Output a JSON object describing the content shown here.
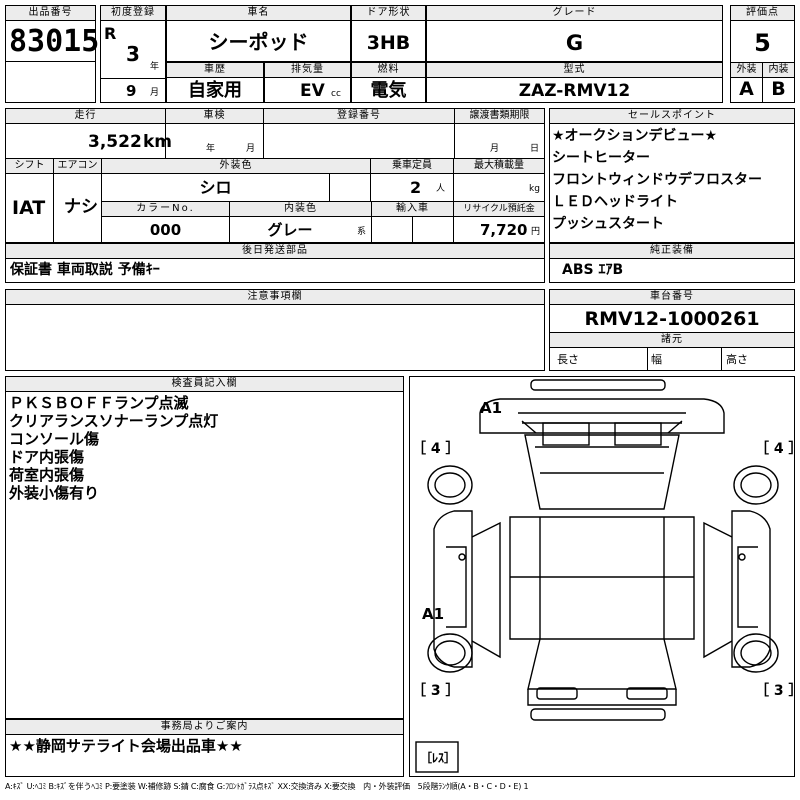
{
  "header": {
    "lot_label": "出品番号",
    "lot": "83015",
    "first_reg_label": "初度登録",
    "era": "R",
    "year": "3",
    "year_unit": "年",
    "month": "9",
    "month_unit": "月",
    "car_name_label": "車名",
    "car_name": "シーポッド",
    "door_label": "ドア形状",
    "door": "3HB",
    "grade_label": "グレード",
    "grade": "G",
    "score_label": "評価点",
    "score": "5",
    "history_label": "車歴",
    "history": "自家用",
    "displacement_label": "排気量",
    "displacement": "EV",
    "displacement_unit": "cc",
    "fuel_label": "燃料",
    "fuel": "電気",
    "model_label": "型式",
    "model": "ZAZ-RMV12",
    "ext_label": "外装",
    "ext": "A",
    "int_label": "内装",
    "int": "B"
  },
  "row2": {
    "mileage_label": "走行",
    "mileage": "3,522",
    "mileage_unit": "km",
    "inspection_label": "車検",
    "insp_year_unit": "年",
    "insp_month_unit": "月",
    "reg_no_label": "登録番号",
    "transfer_label": "譲渡書類期限",
    "transfer_month_unit": "月",
    "transfer_day_unit": "日",
    "shift_label": "シフト",
    "shift": "IAT",
    "aircon_label": "エアコン",
    "aircon": "ナシ",
    "ext_color_label": "外装色",
    "ext_color": "シロ",
    "capacity_label": "乗車定員",
    "capacity": "2",
    "capacity_unit": "人",
    "load_label": "最大積載量",
    "load_unit": "kg",
    "color_no_label": "カラーNo.",
    "color_no": "000",
    "int_color_label": "内装色",
    "int_color": "グレー",
    "int_color_unit": "系",
    "import_label": "輸入車",
    "recycle_label": "リサイクル預託金",
    "recycle": "7,720",
    "recycle_unit": "円"
  },
  "sales_points": {
    "label": "セールスポイント",
    "items": [
      "★オークションデビュー★",
      "シートヒーター",
      "フロントウィンドウデフロスター",
      "ＬＥＤヘッドライト",
      "プッシュスタート"
    ]
  },
  "later_parts": {
    "label": "後日発送部品",
    "value": "保証書 車両取説 予備ｷｰ"
  },
  "equipment": {
    "label": "純正装備",
    "value": "ABS ｴｱB"
  },
  "notes": {
    "label": "注意事項欄"
  },
  "chassis": {
    "label": "車台番号",
    "value": "RMV12-1000261"
  },
  "dimensions": {
    "label": "諸元",
    "length": "長さ",
    "width": "幅",
    "height": "高さ"
  },
  "inspector": {
    "label": "検査員記入欄",
    "lines": [
      "ＰＫＳＢＯＦＦランプ点滅",
      "クリアランスソナーランプ点灯",
      "コンソール傷",
      "ドア内張傷",
      "荷室内張傷",
      "外装小傷有り"
    ]
  },
  "office": {
    "label": "事務局よりご案内",
    "value": "★★静岡サテライト会場出品車★★"
  },
  "diagram": {
    "a1_top": "A1",
    "a1_side": "A1",
    "tire_fl": "［ 4 ］",
    "tire_fr": "［ 4 ］",
    "tire_rl": "［ 3 ］",
    "tire_rr": "［ 3 ］",
    "spare": "［ﾚｽ］"
  },
  "legend": "A:ｷｽﾞ U:ﾍｺﾐ B:ｷｽﾞを伴うﾍｺﾐ P:要塗装 W:補修跡 S:錆 C:腐食 G:ﾌﾛﾝﾄｶﾞﾗｽ点ｷｽﾞ XX:交換済み X:要交換　内・外装評価　5段階ﾗﾝｸ順(A・B・C・D・E) 1"
}
